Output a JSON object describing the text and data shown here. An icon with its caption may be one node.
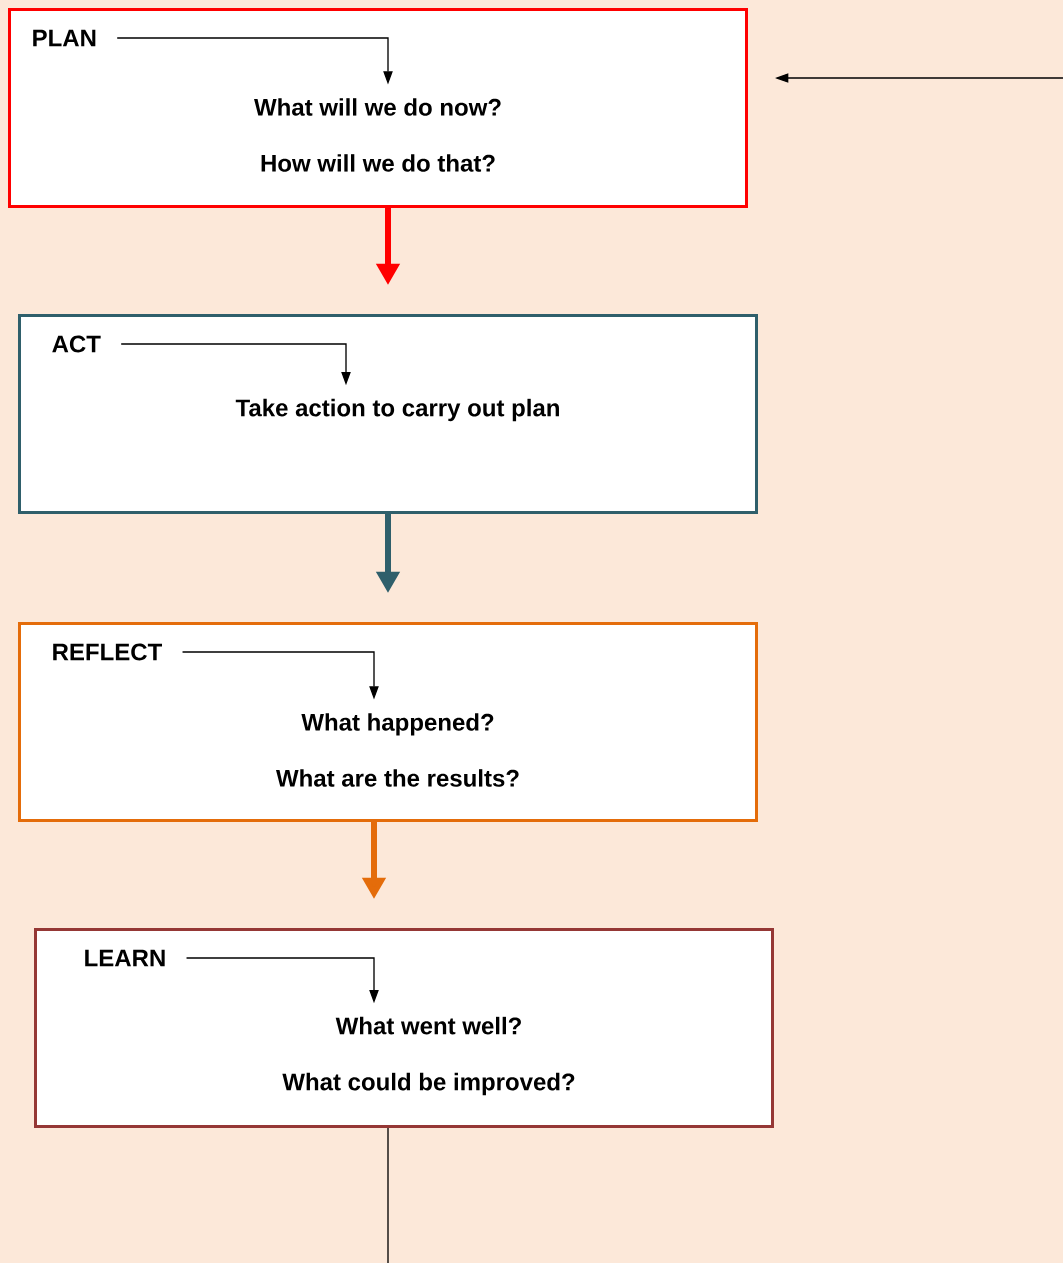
{
  "diagram": {
    "nodes": [
      {
        "text": [],
        "shape": "box"
      },
      {
        "text": [
          "PLAN"
        ],
        "in": 0
      },
      {
        "text": [
          "What will we do now?",
          "How will we do that?"
        ],
        "in": 0
      },
      {
        "text": [],
        "shape": "box"
      },
      {
        "text": [
          "ACT"
        ],
        "in": 3
      },
      {
        "text": [
          "Take action to carry out plan"
        ],
        "in": 3
      },
      {
        "text": [],
        "shape": "box"
      },
      {
        "text": [
          "REFLECT"
        ],
        "in": 6
      },
      {
        "text": [
          "What happened?",
          "What are the results?"
        ],
        "in": 6
      },
      {
        "text": [],
        "shape": "box"
      },
      {
        "text": [
          "LEARN"
        ],
        "in": 9
      },
      {
        "text": [
          "What went well?",
          "What could be improved?"
        ],
        "in": 9
      }
    ],
    "edges": [
      {
        "from": 1,
        "to": 2,
        "arrow": "to"
      },
      {
        "from": 0,
        "to": 3,
        "arrow": "to",
        "style": "thick",
        "color": "#ff0000"
      },
      {
        "from": 4,
        "to": 5,
        "arrow": "to"
      },
      {
        "from": 3,
        "to": 6,
        "arrow": "to",
        "style": "thick",
        "color": "#2f5f6b"
      },
      {
        "from": 7,
        "to": 8,
        "arrow": "to"
      },
      {
        "from": 6,
        "to": 9,
        "arrow": "to",
        "style": "thick",
        "color": "#e46c0a"
      },
      {
        "from": 10,
        "to": 11,
        "arrow": "to"
      },
      {
        "from": null,
        "to": 0,
        "arrow": "to"
      },
      {
        "from": 9,
        "to": null,
        "arrow": "none"
      }
    ]
  }
}
